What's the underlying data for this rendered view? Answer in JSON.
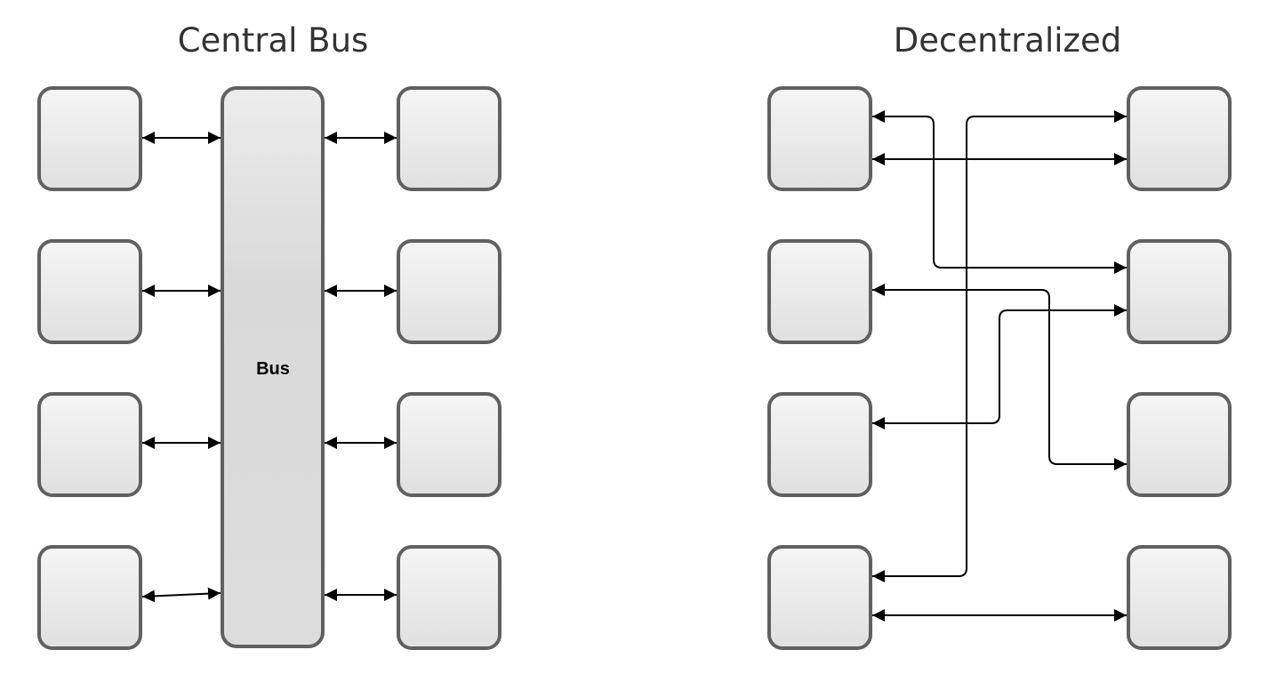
{
  "left_diagram": {
    "title": "Central Bus",
    "bus_label": "Bus",
    "left_node_count": 4,
    "right_node_count": 4,
    "connection_style": "bidirectional"
  },
  "right_diagram": {
    "title": "Decentralized",
    "left_node_count": 4,
    "right_node_count": 4,
    "connection_style": "bidirectional"
  },
  "colors": {
    "node_border": "#606060",
    "node_fill_top": "#f4f4f4",
    "node_fill_bottom": "#e0e0e0",
    "bus_fill_top": "#e8e8e8",
    "bus_fill_bottom": "#d4d4d4",
    "connector": "#000000",
    "title_text": "#333333"
  }
}
